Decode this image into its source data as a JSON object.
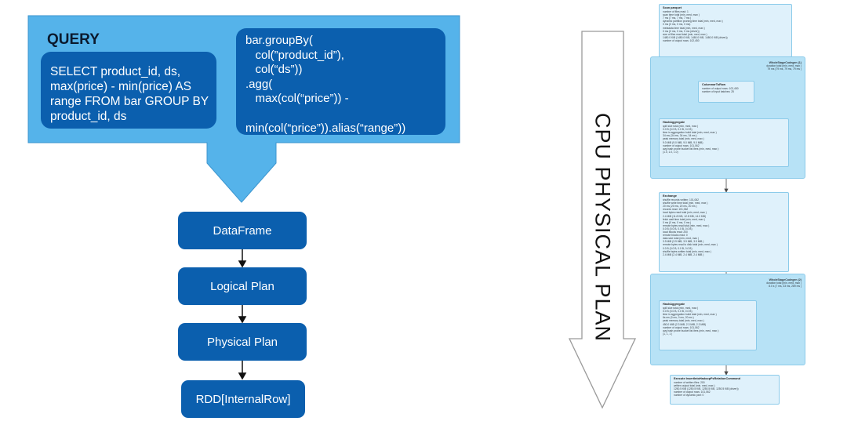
{
  "query": {
    "title": "QUERY",
    "sql": "SELECT product_id, ds,\nmax(price) - min(price) AS\nrange FROM bar GROUP BY\nproduct_id, ds",
    "dataframe_code": "bar.groupBy(\n   col(”product_id”),\n   col(“ds”))\n.agg(\n   max(col(“price”)) -\n\nmin(col(“price”)).alias(“range”))"
  },
  "flow": [
    {
      "label": "DataFrame"
    },
    {
      "label": "Logical Plan"
    },
    {
      "label": "Physical Plan"
    },
    {
      "label": "RDD[InternalRow]"
    }
  ],
  "cpu_label": "CPU PHYSICAL PLAN",
  "plan": {
    "scan": {
      "title": "Scan parquet",
      "body": "number of files read: 1\nscan time total (min, med, max )\n7 ms (7 ms, 7 ms, 7 ms )\ndynamic partition pruning time total (min, med, max )\n0 ms (0 ms, 0 ms, 0 ms)\nmetadata time total (min, med, max )\n0 ms (0 ms, 0 ms, 0 ms (driver))\nsize of files read total (min, med, max )\n1480.0 KiB (1480.0 KiB, 1480.0 KiB, 1480.0 KiB (driver))\nnumber of output rows: 102,450"
    },
    "stage1": {
      "title": "WholeStageCodegen (1)",
      "detail": "duration total (min, med, max )\n79 ms (79 ms, 79 ms, 79 ms )"
    },
    "columnar": {
      "title": "ColumnarToRow",
      "body": "number of output rows: 102,450\nnumber of input batches: 25"
    },
    "hash1": {
      "title": "HashAggregate",
      "body": "spill size total (min, med, max )\n0.0 B (0.0 B, 0.0 B, 0.0 B)\ntime in aggregation build total (min, med, max )\n34 ms (34 ms, 34 ms, 34 ms )\npeak memory total (min, med, max )\n9.0 MiB (9.0 MiB, 9.0 MiB, 9.0 MiB)\nnumber of output rows: 101,062\navg hash probe bucket list iters (min, med, max ):\n(1.0, 1.0, 1.0)"
    },
    "exchange": {
      "title": "Exchange",
      "body": "shuffle records written: 101,062\nshuffle write time total (min, med, max )\n20 ms (20 ms, 20 ms, 20 ms )\nrecords read: 101,062\nlocal bytes read total (min, med, max )\n2.4 MiB (11.8 KiB, 12.8 KiB, 14.0 KiB)\nfetch wait time total (min, med, max )\n0 ms (0 ms, 0 ms, 0 ms )\nremote bytes read total (min, med, max )\n0.0 B (0.0 B, 0.0 B, 0.0 B)\nlocal blocks read: 200\nremote blocks read: 0\ndata size total (min, med, max )\n3.9 MiB (3.9 MiB, 3.9 MiB, 3.9 MiB )\nremote bytes read to disk total (min, med, max )\n0.0 B (0.0 B, 0.0 B, 0.0 B)\nshuffle bytes written total (min, med, max )\n2.4 MiB (2.4 MiB, 2.4 MiB, 2.4 MiB )"
    },
    "stage2": {
      "title": "WholeStageCodegen (2)",
      "detail": "duration total (min, med, max )\n8.0 s (7 ms, 33 ms, 289 ms )"
    },
    "hash2": {
      "title": "HashAggregate",
      "body": "spill size total (min, med, max )\n0.0 B (0.0 B, 0.0 B, 0.0 B)\ntime in aggregation build total (min, med, max )\n6s ms (0 ms, 0 ms, 20 ms )\npeak memory total (min, med, max )\n450.0 MiB (2.3 MiB, 2.3 MiB, 2.3 MiB)\nnumber of output rows: 101,062\navg hash probe bucket list iters (min, med, max ):\n(1, 1, 1 )"
    },
    "execute": {
      "title": "Execute InsertIntoHadoopFsRelationCommand",
      "body": "number of written files: 200\nwritten output total (min, med, max )\n1250.5 KiB (1250.5 KiB, 1250.5 KiB, 1250.5 KiB (driver))\nnumber of output rows: 101,062\nnumber of dynamic part: 0"
    }
  }
}
